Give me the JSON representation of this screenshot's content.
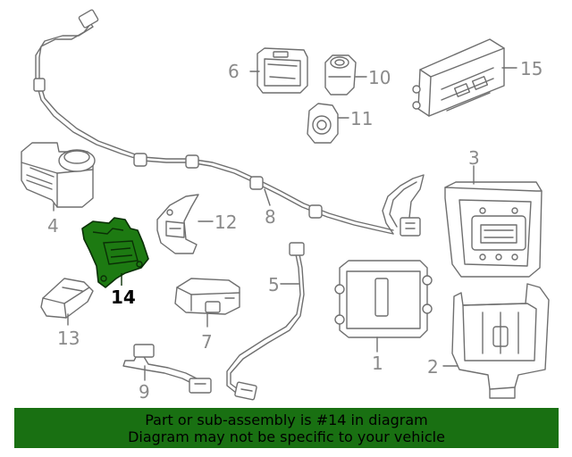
{
  "labels": {
    "p1": "1",
    "p2": "2",
    "p3": "3",
    "p4": "4",
    "p5": "5",
    "p6": "6",
    "p7": "7",
    "p8": "8",
    "p9": "9",
    "p10": "10",
    "p11": "11",
    "p12": "12",
    "p13": "13",
    "p14": "14",
    "p15": "15"
  },
  "highlighted_part": "14",
  "banner": {
    "line1": "Part or sub-assembly is #14 in diagram",
    "line2": "Diagram may not be specific to your vehicle"
  },
  "colors": {
    "highlight": "#1d7a12",
    "banner": "#197012",
    "line": "#6f6f6f"
  }
}
